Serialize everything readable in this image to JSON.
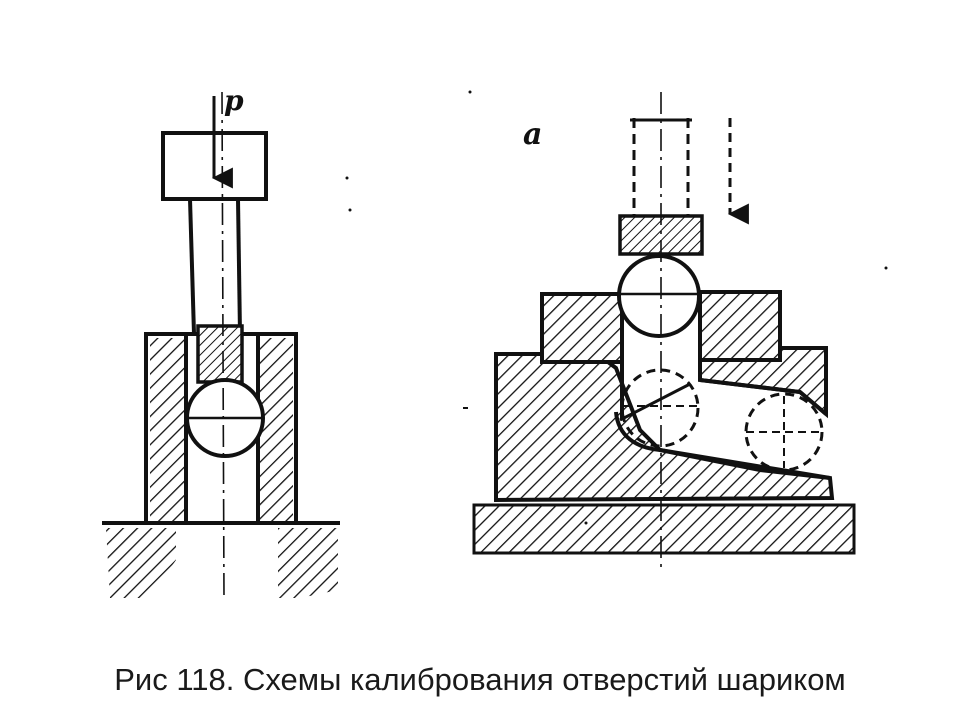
{
  "figure": {
    "left_label": "p",
    "right_label": "a",
    "caption": "Рис 118. Схемы калибрования отверстий шариком"
  },
  "colors": {
    "ink": "#111111",
    "background": "#ffffff"
  }
}
